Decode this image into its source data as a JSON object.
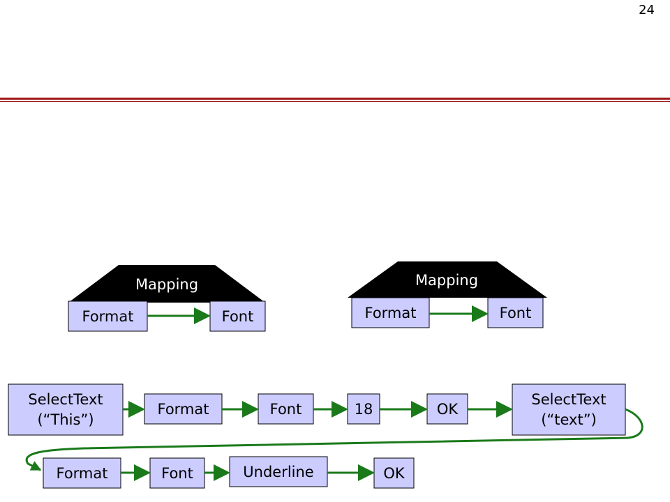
{
  "page_number": "24",
  "colors": {
    "node_fill": "#ccccff",
    "arrow": "#1a7a1a",
    "header_rule": "#a01818",
    "mapping_header": "#000000"
  },
  "mappings": [
    {
      "header": "Mapping",
      "from": "Format",
      "to": "Font"
    },
    {
      "header": "Mapping",
      "from": "Format",
      "to": "Font"
    }
  ],
  "sequence_row1": [
    {
      "line1": "SelectText",
      "line2": "(“This”)"
    },
    {
      "line1": "Format"
    },
    {
      "line1": "Font"
    },
    {
      "line1": "18"
    },
    {
      "line1": "OK"
    },
    {
      "line1": "SelectText",
      "line2": "(“text”)"
    }
  ],
  "sequence_row2": [
    {
      "line1": "Format"
    },
    {
      "line1": "Font"
    },
    {
      "line1": "Underline"
    },
    {
      "line1": "OK"
    }
  ]
}
